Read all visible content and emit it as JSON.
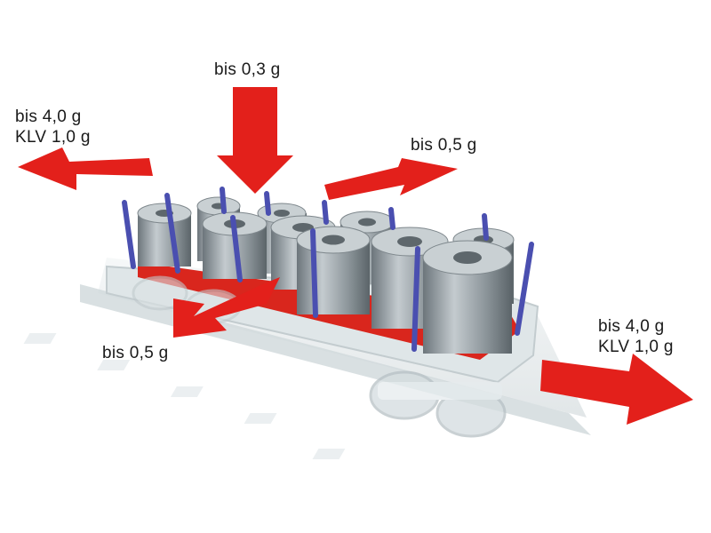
{
  "colors": {
    "arrow": "#e3201b",
    "arrow_shade": "#a90f0c",
    "coil": "#9aa3a8",
    "coil_dark": "#5f686e",
    "stake": "#4a4fb0",
    "wagon": "#dde4e6",
    "deck": "#d9261d"
  },
  "labels": {
    "top": "bis 0,3 g",
    "left_line1": "bis 4,0 g",
    "left_line2": "KLV 1,0 g",
    "upper_right": "bis 0,5 g",
    "lower_left": "bis 0,5 g",
    "right_line1": "bis 4,0 g",
    "right_line2": "KLV 1,0 g"
  }
}
